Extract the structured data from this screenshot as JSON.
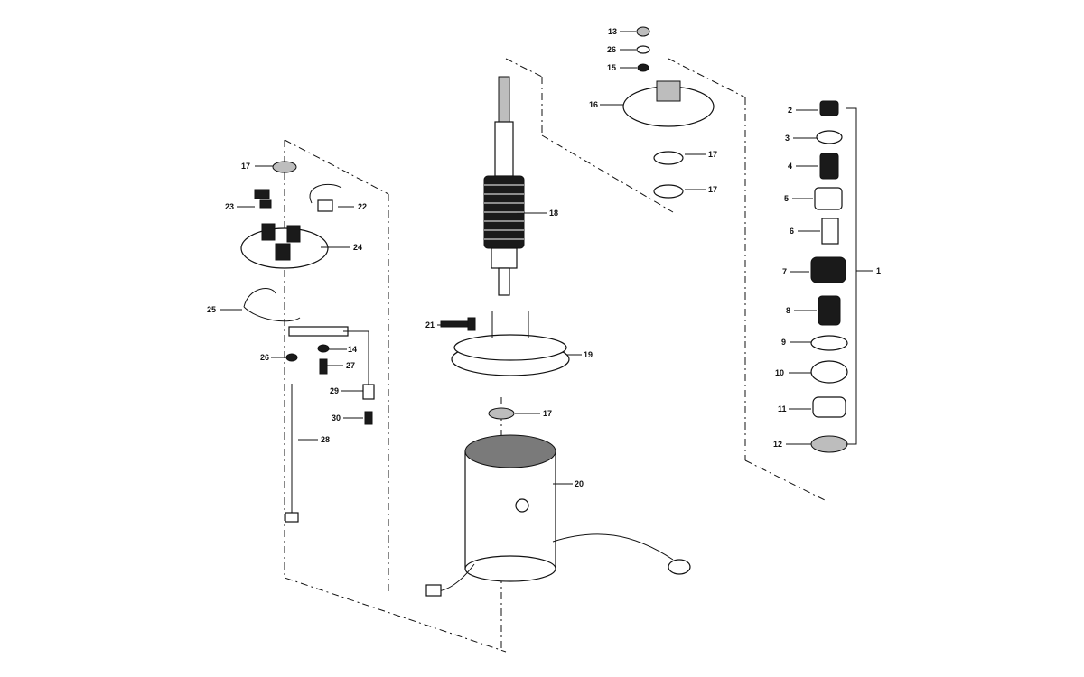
{
  "diagram": {
    "title": "",
    "callouts": [
      {
        "id": "c1",
        "text": "1"
      },
      {
        "id": "c2",
        "text": "2"
      },
      {
        "id": "c3",
        "text": "3"
      },
      {
        "id": "c4",
        "text": "4"
      },
      {
        "id": "c5",
        "text": "5"
      },
      {
        "id": "c6",
        "text": "6"
      },
      {
        "id": "c7",
        "text": "7"
      },
      {
        "id": "c8",
        "text": "8"
      },
      {
        "id": "c9",
        "text": "9"
      },
      {
        "id": "c10",
        "text": "10"
      },
      {
        "id": "c11",
        "text": "11"
      },
      {
        "id": "c12",
        "text": "12"
      },
      {
        "id": "c13",
        "text": "13"
      },
      {
        "id": "c14",
        "text": "14"
      },
      {
        "id": "c15",
        "text": "15"
      },
      {
        "id": "c16",
        "text": "16"
      },
      {
        "id": "c17a",
        "text": "17"
      },
      {
        "id": "c17b",
        "text": "17"
      },
      {
        "id": "c17c",
        "text": "17"
      },
      {
        "id": "c17d",
        "text": "17"
      },
      {
        "id": "c18",
        "text": "18"
      },
      {
        "id": "c19",
        "text": "19"
      },
      {
        "id": "c20",
        "text": "20"
      },
      {
        "id": "c21",
        "text": "21"
      },
      {
        "id": "c22",
        "text": "22"
      },
      {
        "id": "c23",
        "text": "23"
      },
      {
        "id": "c24",
        "text": "24"
      },
      {
        "id": "c25",
        "text": "25"
      },
      {
        "id": "c26a",
        "text": "26"
      },
      {
        "id": "c26b",
        "text": "26"
      },
      {
        "id": "c27",
        "text": "27"
      },
      {
        "id": "c28",
        "text": "28"
      },
      {
        "id": "c29",
        "text": "29"
      },
      {
        "id": "c30",
        "text": "30"
      }
    ],
    "colors": {
      "ink": "#111111",
      "paper": "#ffffff",
      "shade": "#bdbdbd"
    }
  }
}
